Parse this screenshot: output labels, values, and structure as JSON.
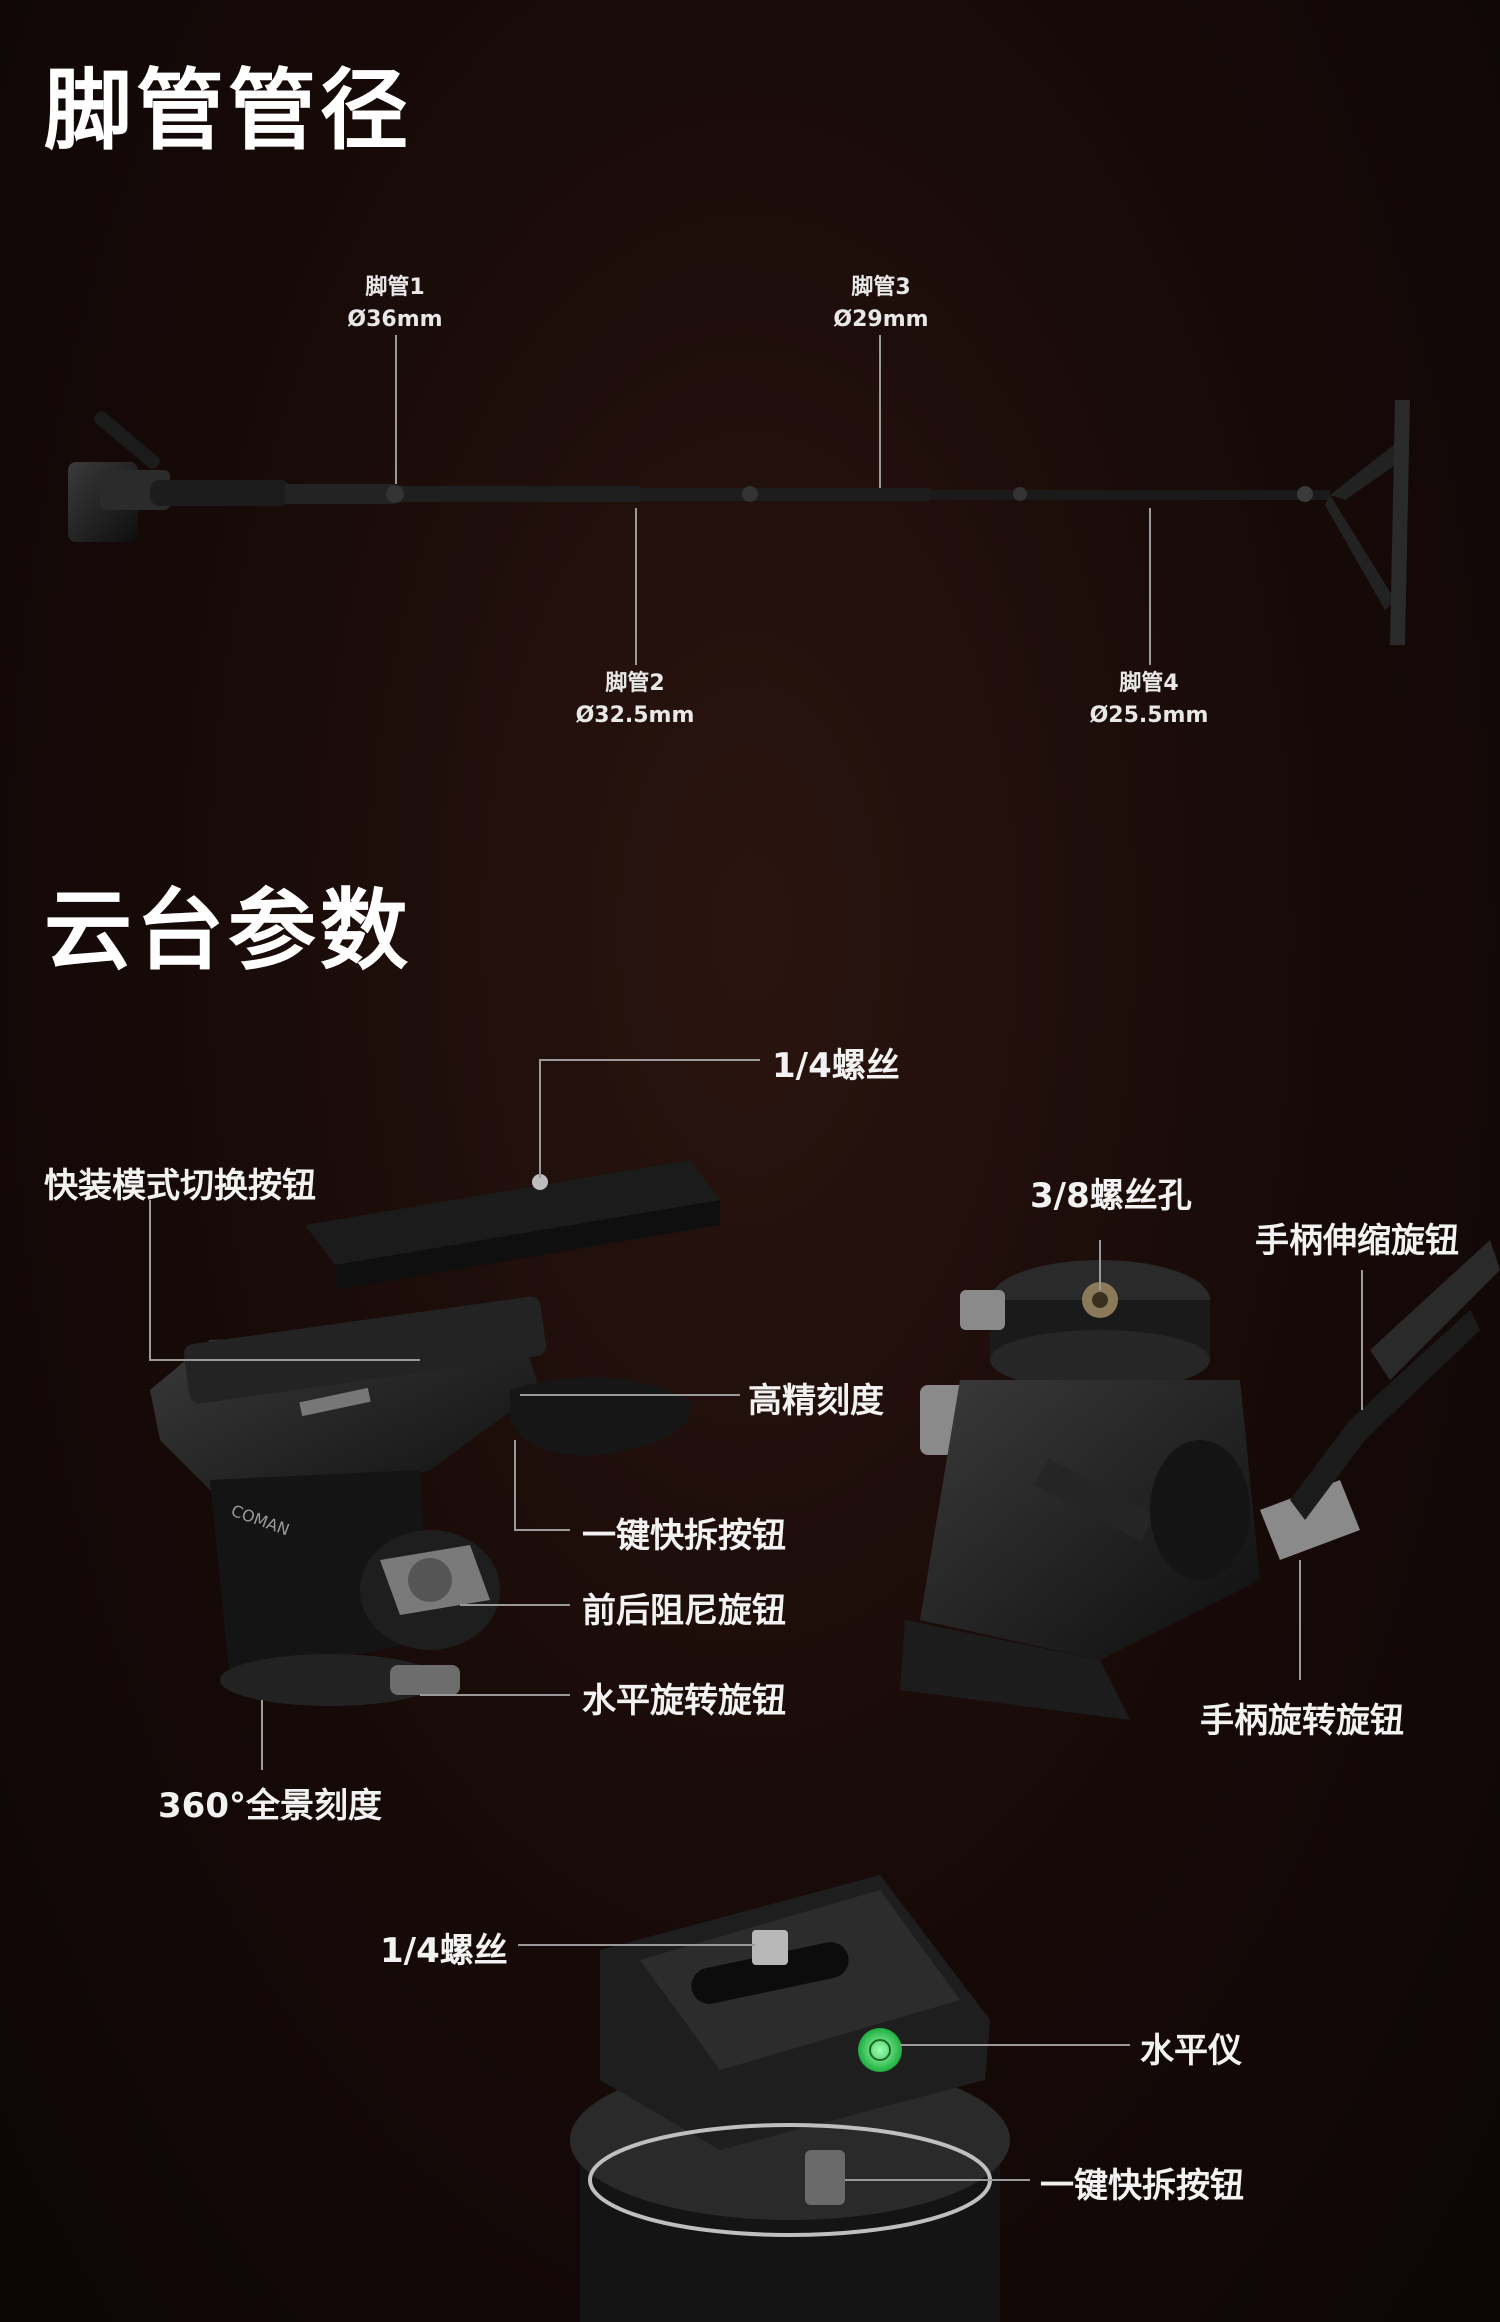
{
  "sections": {
    "tubes_title": "脚管管径",
    "head_title": "云台参数"
  },
  "tubes": [
    {
      "name": "脚管1",
      "size": "Ø36mm"
    },
    {
      "name": "脚管2",
      "size": "Ø32.5mm"
    },
    {
      "name": "脚管3",
      "size": "Ø29mm"
    },
    {
      "name": "脚管4",
      "size": "Ø25.5mm"
    }
  ],
  "head_labels": {
    "screw_14": "1/4螺丝",
    "quick_mode": "快装模式切换按钮",
    "precision_scale": "高精刻度",
    "quick_release": "一键快拆按钮",
    "damping_knob": "前后阻尼旋钮",
    "pan_knob": "水平旋转旋钮",
    "pano_scale": "360°全景刻度",
    "screw_hole_38": "3/8螺丝孔",
    "handle_extend_knob": "手柄伸缩旋钮",
    "handle_rotate_knob": "手柄旋转旋钮"
  },
  "base_labels": {
    "screw_14": "1/4螺丝",
    "level": "水平仪",
    "quick_release": "一键快拆按钮"
  },
  "brand": "COMAN",
  "colors": {
    "accent_level": "#3ddc5c",
    "background": "#160a08"
  }
}
